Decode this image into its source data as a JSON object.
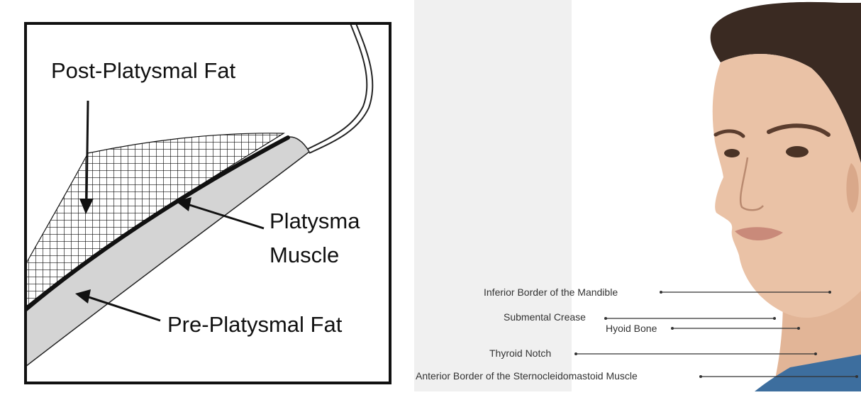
{
  "left_diagram": {
    "labels": {
      "post_platysmal_fat": "Post-Platysmal Fat",
      "platysma_line1": "Platysma",
      "platysma_line2": "Muscle",
      "pre_platysmal_fat": "Pre-Platysmal Fat"
    }
  },
  "right_diagram": {
    "labels": {
      "inferior_border_mandible": "Inferior Border of the Mandible",
      "submental_crease": "Submental Crease",
      "hyoid_bone": "Hyoid Bone",
      "thyroid_notch": "Thyroid Notch",
      "anterior_border_scm": "Anterior Border of the Sternocleidomastoid Muscle"
    }
  },
  "colors": {
    "fat_gray": "#d4d4d4",
    "muscle_black": "#111111",
    "panel_gray": "#f0f0f0",
    "skin": "#eac2a6",
    "hair": "#3a2a22",
    "shirt": "#3d6e9e"
  }
}
